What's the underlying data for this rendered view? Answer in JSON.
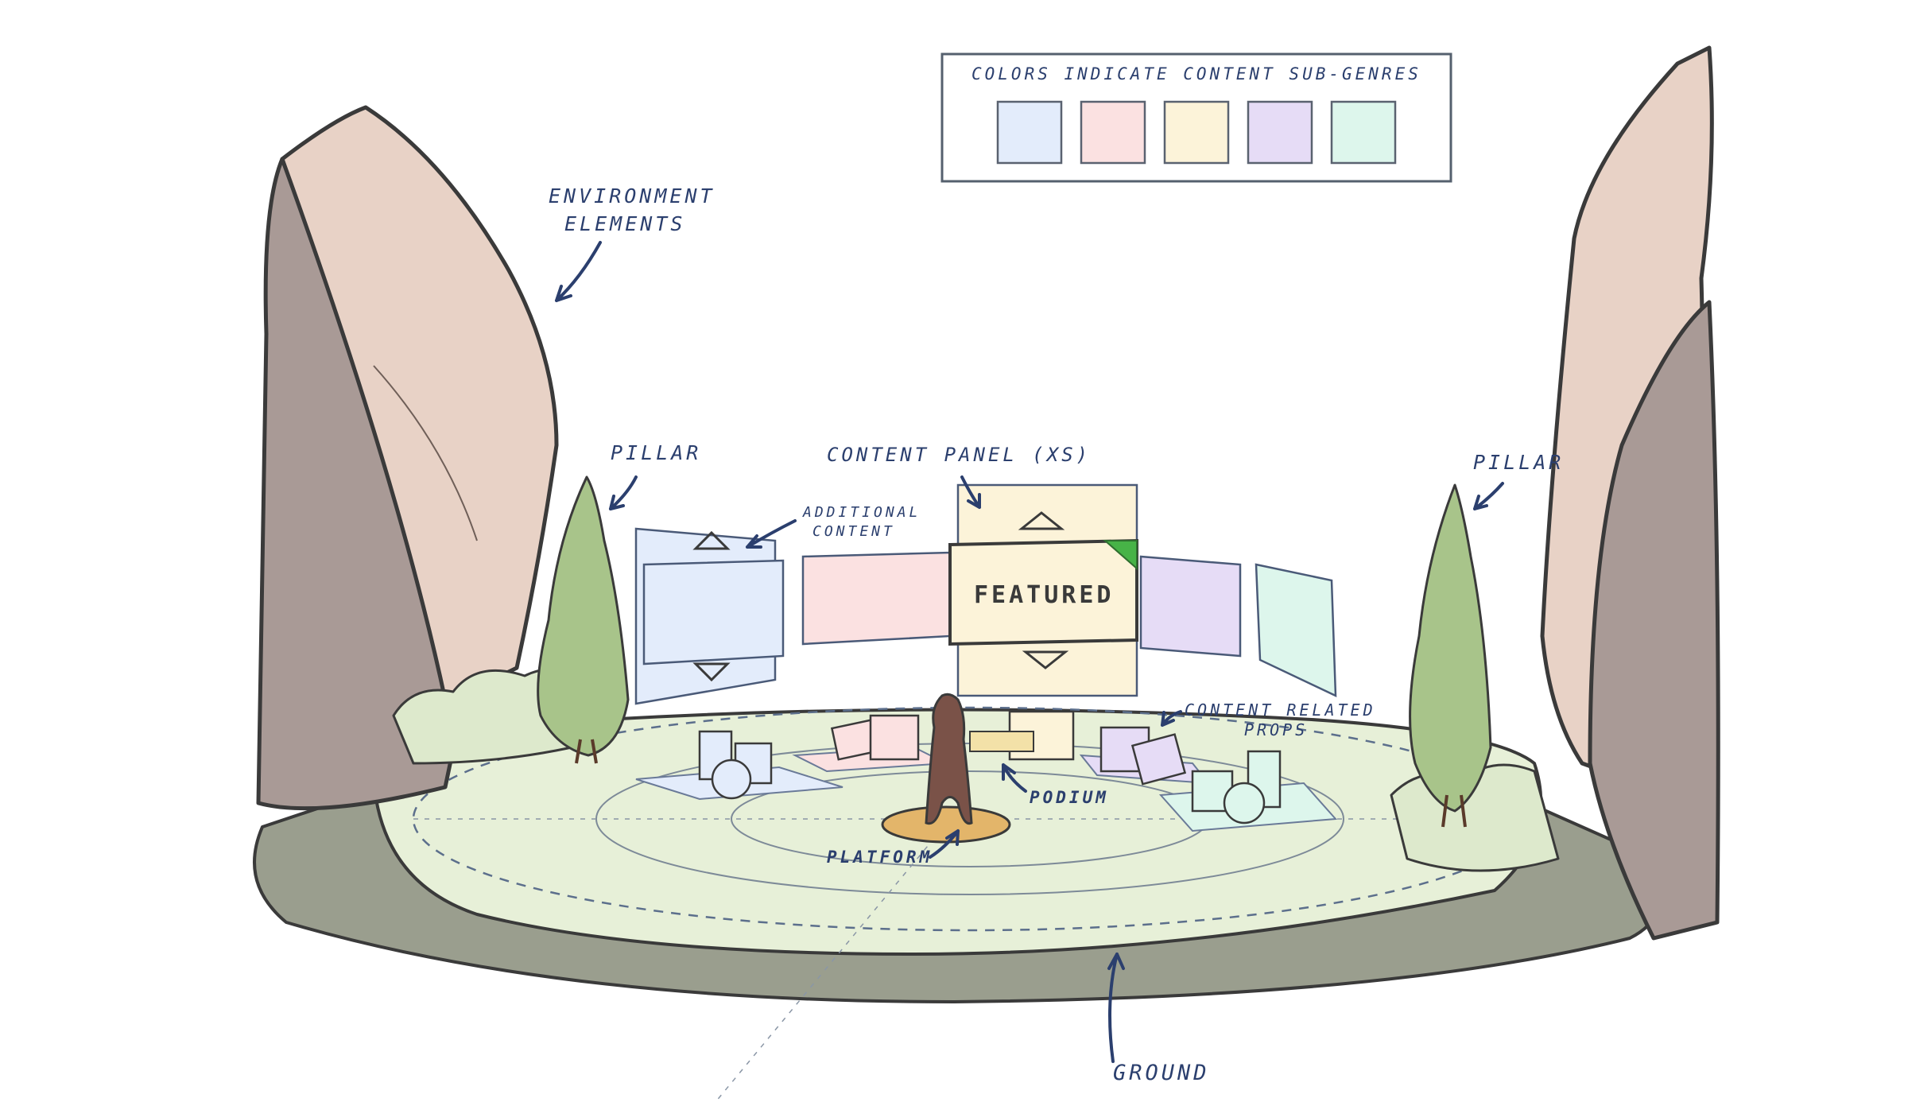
{
  "legend": {
    "title": "COLORS INDICATE CONTENT SUB-GENRES",
    "swatches": [
      "#e3ecfb",
      "#fbe1e1",
      "#fcf3d9",
      "#e6dcf6",
      "#ddf6ec"
    ]
  },
  "labels": {
    "environment": [
      "ENVIRONMENT",
      "ELEMENTS"
    ],
    "pillar_left": "PILLAR",
    "pillar_right": "PILLAR",
    "content_panel": "CONTENT PANEL (XS)",
    "additional": [
      "ADDITIONAL",
      "CONTENT"
    ],
    "featured": "FEATURED",
    "props": [
      "CONTENT RELATED",
      "PROPS"
    ],
    "podium": "PODIUM",
    "platform": "PLATFORM",
    "ground": "GROUND"
  },
  "colors": {
    "rock_light": "#e8d2c6",
    "rock_dark": "#a99a96",
    "foliage": "#a8c48a",
    "grass": "#e7f0d8",
    "ground_dark": "#9a9e8e",
    "podium": "#7a5248",
    "platform": "#e3b56a",
    "accent_flag": "#47b347",
    "ink": "#2b3f6e"
  }
}
